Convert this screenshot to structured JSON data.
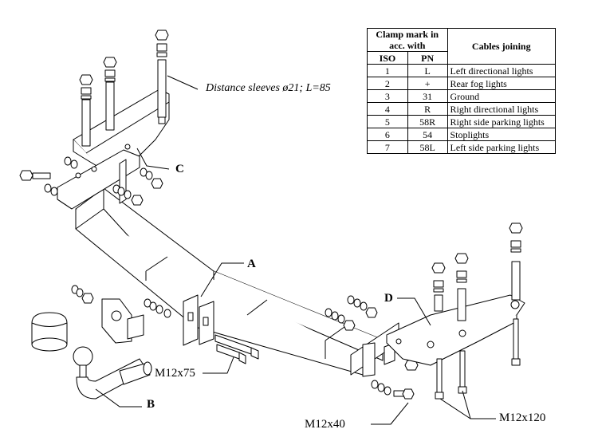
{
  "labels": {
    "a": "A",
    "b": "B",
    "c": "C",
    "d": "D",
    "sleeves": "Distance sleeves ø21; L=85",
    "bolt_m12x75": "M12x75",
    "bolt_m12x40": "M12x40",
    "bolt_m12x120": "M12x120"
  },
  "table": {
    "header_clamp": "Clamp mark in acc. with",
    "header_cables": "Cables joining",
    "header_iso": "ISO",
    "header_pn": "PN",
    "rows": [
      {
        "iso": "1",
        "pn": "L",
        "cable": "Left directional lights"
      },
      {
        "iso": "2",
        "pn": "+",
        "cable": "Rear fog lights"
      },
      {
        "iso": "3",
        "pn": "31",
        "cable": "Ground"
      },
      {
        "iso": "4",
        "pn": "R",
        "cable": "Right directional lights"
      },
      {
        "iso": "5",
        "pn": "58R",
        "cable": "Right side parking lights"
      },
      {
        "iso": "6",
        "pn": "54",
        "cable": "Stoplights"
      },
      {
        "iso": "7",
        "pn": "58L",
        "cable": "Left side parking lights"
      }
    ]
  }
}
